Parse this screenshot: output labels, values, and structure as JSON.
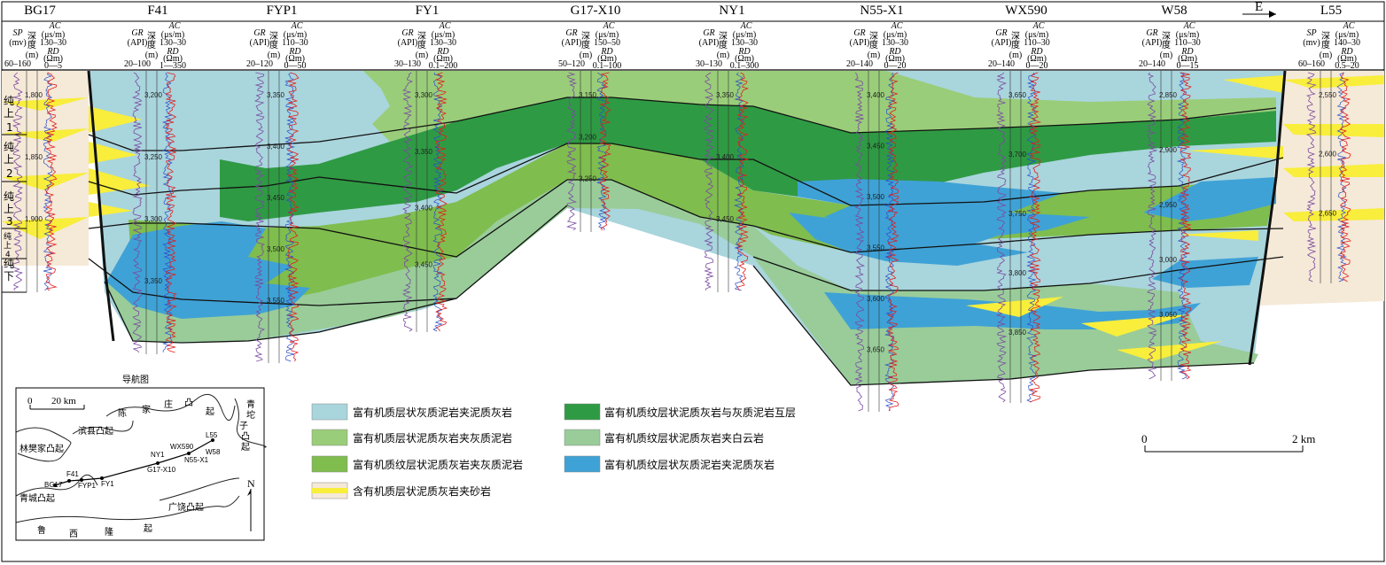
{
  "wells": [
    {
      "name": "BG17",
      "left_curve": "SP",
      "left_unit": "(mv)",
      "left_range": "60–160",
      "ac_range": "130–30",
      "rd_range": "0—5",
      "depths": [
        "1,800",
        "1,850",
        "1,900"
      ]
    },
    {
      "name": "F41",
      "left_curve": "GR",
      "left_unit": "(API)",
      "left_range": "20–100",
      "ac_range": "130–30",
      "rd_range": "1—350",
      "depths": [
        "3,200",
        "3,250",
        "3,300",
        "3,350"
      ]
    },
    {
      "name": "FYP1",
      "left_curve": "GR",
      "left_unit": "(API)",
      "left_range": "20–120",
      "ac_range": "110–30",
      "rd_range": "0—50",
      "depths": [
        "3,350",
        "3,400",
        "3,450",
        "3,500",
        "3,550"
      ]
    },
    {
      "name": "FY1",
      "left_curve": "GR",
      "left_unit": "(API)",
      "left_range": "30–130",
      "ac_range": "130–30",
      "rd_range": "0.1–200",
      "depths": [
        "3,300",
        "3,350",
        "3,400",
        "3,450"
      ]
    },
    {
      "name": "G17-X10",
      "left_curve": "GR",
      "left_unit": "(API)",
      "left_range": "50–120",
      "ac_range": "150–50",
      "rd_range": "0.1–100",
      "depths": [
        "3,150",
        "3,200",
        "3,250"
      ]
    },
    {
      "name": "NY1",
      "left_curve": "GR",
      "left_unit": "(API)",
      "left_range": "30–130",
      "ac_range": "130–30",
      "rd_range": "0.1–300",
      "depths": [
        "3,350",
        "3,400",
        "3,450"
      ]
    },
    {
      "name": "N55-X1",
      "left_curve": "GR",
      "left_unit": "(API)",
      "left_range": "20–140",
      "ac_range": "130–30",
      "rd_range": "0—20",
      "depths": [
        "3,400",
        "3,450",
        "3,500",
        "3,550",
        "3,600",
        "3,650"
      ]
    },
    {
      "name": "WX590",
      "left_curve": "GR",
      "left_unit": "(API)",
      "left_range": "20–140",
      "ac_range": "110–30",
      "rd_range": "0—20",
      "depths": [
        "3,650",
        "3,700",
        "3,750",
        "3,800",
        "3,850"
      ]
    },
    {
      "name": "W58",
      "left_curve": "GR",
      "left_unit": "(API)",
      "left_range": "20–140",
      "ac_range": "110–30",
      "rd_range": "0—15",
      "depths": [
        "2,850",
        "2,900",
        "2,950",
        "3,000",
        "3,050"
      ]
    },
    {
      "name": "L55",
      "left_curve": "SP",
      "left_unit": "(mv)",
      "left_range": "60–160",
      "ac_range": "140–30",
      "rd_range": "0.5–20",
      "depths": [
        "2,550",
        "2,600",
        "2,650"
      ]
    }
  ],
  "curve_labels": {
    "ac": "AC",
    "ac_unit": "(μs/m)",
    "rd": "RD",
    "rd_unit": "(Ωm)",
    "depth1": "深",
    "depth2": "度",
    "depth3": "(m)"
  },
  "direction": "E",
  "layers": [
    "纯上1",
    "纯上2",
    "纯上3",
    "纯上4",
    "纯下"
  ],
  "layer_labels": {
    "a": "纯",
    "b": "上",
    "n1": "1",
    "n2": "2",
    "n3": "3",
    "n4": "4",
    "down": "纯",
    "down2": "下"
  },
  "legend": [
    {
      "label": "富有机质层状灰质泥岩夹泥质灰岩",
      "color": "#a9d5dd"
    },
    {
      "label": "富有机质纹层状泥质灰岩与灰质泥岩互层",
      "color": "#2f9a44"
    },
    {
      "label": "富有机质层状泥质灰岩夹灰质泥岩",
      "color": "#9acd79"
    },
    {
      "label": "富有机质纹层状泥质灰岩夹白云岩",
      "color": "#99cc99"
    },
    {
      "label": "富有机质纹层状泥质灰岩夹灰质泥岩",
      "color": "#7fbd4e"
    },
    {
      "label": "富有机质纹层状灰质泥岩夹泥质灰岩",
      "color": "#3fa2d6"
    },
    {
      "label": "含有机质层状泥质灰岩夹砂岩",
      "color": "#f5e9d8"
    }
  ],
  "scale_bar": {
    "start": "0",
    "end": "2 km"
  },
  "nav_map": {
    "title": "导航图",
    "scale_start": "0",
    "scale_end": "20 km",
    "north": "N",
    "uplifts": [
      "陈",
      "家",
      "庄",
      "凸",
      "起",
      "青",
      "坨",
      "子",
      "凸",
      "起",
      "滨县凸起",
      "林樊家凸起",
      "青城凸起",
      "广饶凸起",
      "鲁",
      "西",
      "隆",
      "起"
    ],
    "well_labels": [
      "BG17",
      "F41",
      "FYP1",
      "FY1",
      "G17-X10",
      "NY1",
      "WX590",
      "L55",
      "W58",
      "N55-X1"
    ]
  },
  "colors": {
    "blue_light": "#a9d5dd",
    "green_dark": "#2f9a44",
    "green_mid": "#7fbd4e",
    "green_light": "#9acd79",
    "green_pale": "#99cc99",
    "blue": "#3fa2d6",
    "yellow": "#f8ee3b",
    "beige": "#f5e9d8"
  }
}
